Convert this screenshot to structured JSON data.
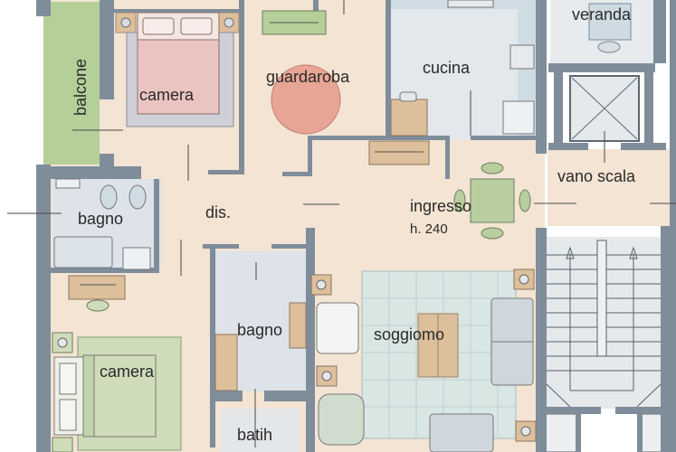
{
  "plan": {
    "type": "residential floor plan",
    "colors": {
      "wall": "#7f8d9a",
      "floor": "#f3e4d3",
      "balcony": "#b5cf99",
      "bathroom": "#dde3e8",
      "kitchen": "#cfdce3",
      "stair": "#e6e9ec",
      "bed_pink": "#ebc4c2",
      "bed_green": "#cfdcb9",
      "rug_guardaroba": "#e8a595",
      "rug_soggiorno": "#d8e6e4",
      "wood": "#ddbf9c",
      "table_green": "#b8ce9e",
      "sofa": "#cfd6dc"
    },
    "rooms": [
      {
        "id": "balcone",
        "label": "balcone"
      },
      {
        "id": "camera-1",
        "label": "camera"
      },
      {
        "id": "guardaroba",
        "label": "guardaroba"
      },
      {
        "id": "cucina",
        "label": "cucina"
      },
      {
        "id": "veranda",
        "label": "veranda"
      },
      {
        "id": "vano-scala",
        "label": "vano scala"
      },
      {
        "id": "bagno-1",
        "label": "bagno"
      },
      {
        "id": "disimpegno",
        "label": "dis."
      },
      {
        "id": "ingresso",
        "label": "ingresso",
        "height": "h. 240"
      },
      {
        "id": "bagno-2",
        "label": "bagno"
      },
      {
        "id": "soggiorno",
        "label": "soggiomo"
      },
      {
        "id": "camera-2",
        "label": "camera"
      },
      {
        "id": "bagno-3",
        "label": "batih"
      }
    ]
  }
}
